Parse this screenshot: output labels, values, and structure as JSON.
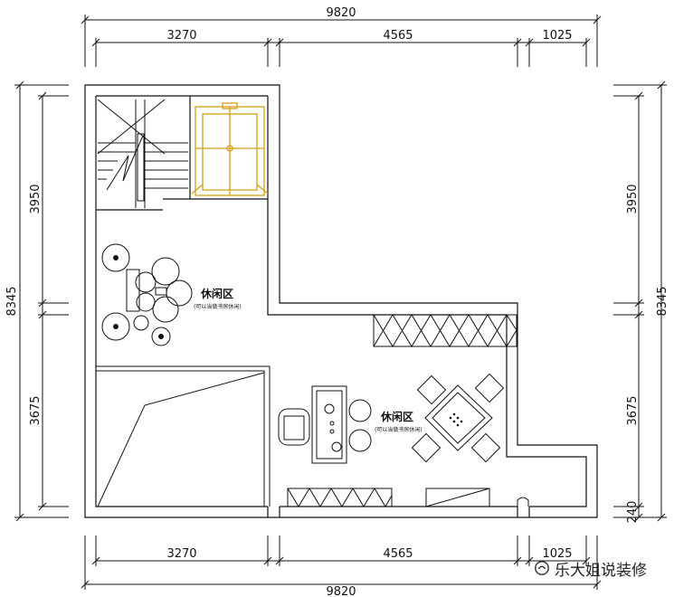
{
  "dimensions": {
    "top_total": "9820",
    "top_segments": [
      "3270",
      "4565",
      "1025"
    ],
    "bottom_total": "9820",
    "bottom_segments": [
      "3270",
      "4565",
      "1025"
    ],
    "left_total": "8345",
    "left_segments": [
      "3950",
      "3675"
    ],
    "right_total": "8345",
    "right_segments": [
      "3950",
      "3675",
      "240"
    ]
  },
  "zones": [
    {
      "title": "休闲区",
      "subtitle": "(可以当做书房休闲)"
    },
    {
      "title": "休闲区",
      "subtitle": "(可以当做书房休闲)"
    }
  ],
  "watermark": {
    "text": "乐大姐说装修",
    "icon": "wechat-public-account-icon"
  },
  "colors": {
    "lines": "#111111",
    "elevator": "#d4a017",
    "background": "#ffffff"
  }
}
